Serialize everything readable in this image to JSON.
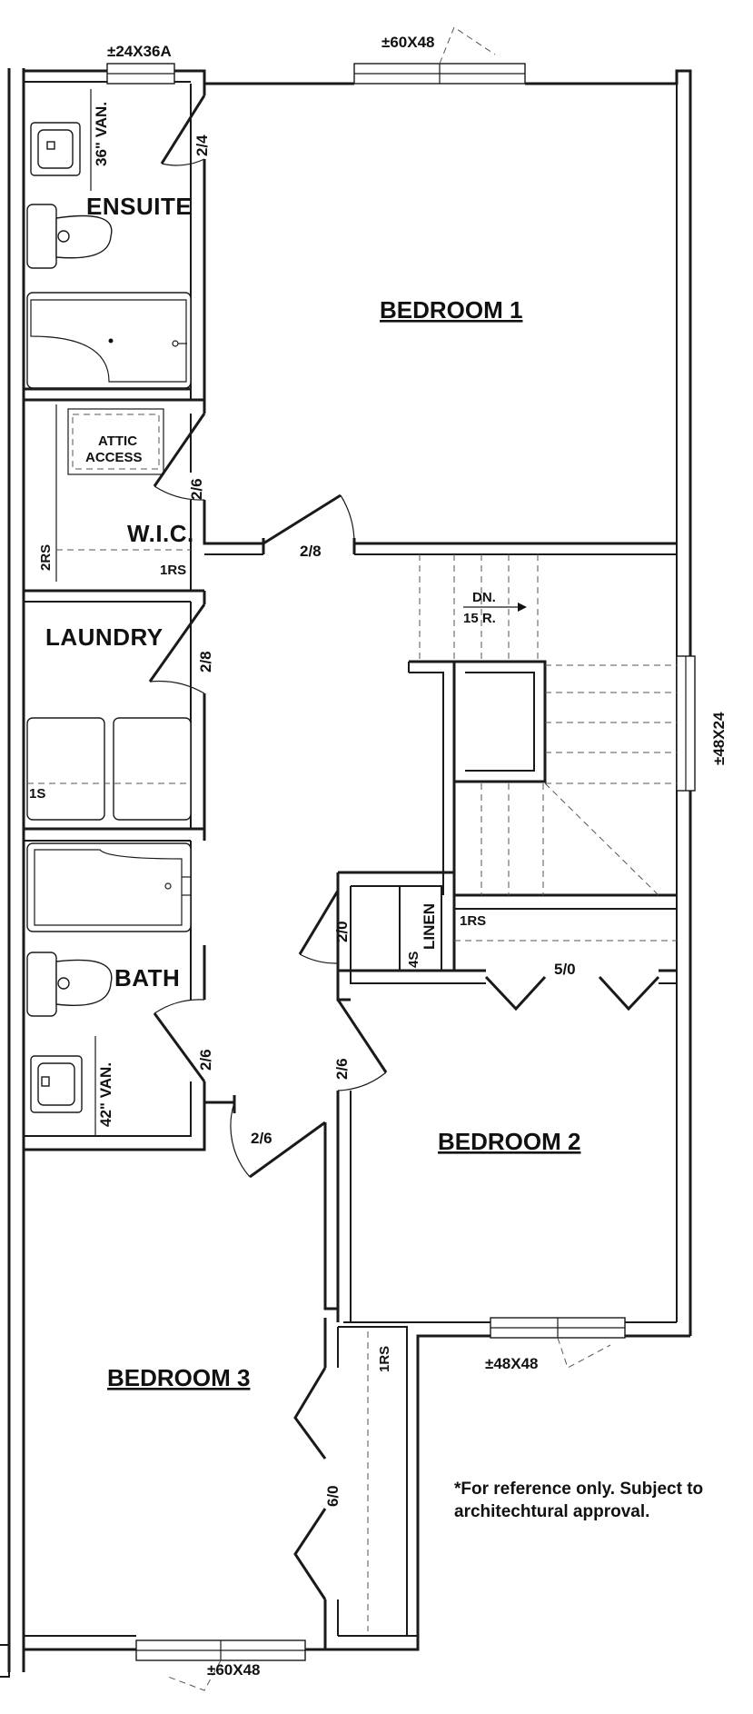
{
  "rooms": {
    "bedroom1": "BEDROOM 1",
    "bedroom2": "BEDROOM 2",
    "bedroom3": "BEDROOM 3",
    "ensuite": "ENSUITE",
    "wic": "W.I.C.",
    "laundry": "LAUNDRY",
    "bath": "BATH",
    "linen": "LINEN"
  },
  "windows": {
    "ensuite": "±24X36A",
    "bedroom1": "±60X48",
    "stair": "±48X24",
    "bedroom2": "±48X48",
    "bedroom3": "±60X48"
  },
  "doors": {
    "ensuite": "2/4",
    "wic": "2/6",
    "bedroom1": "2/8",
    "laundry": "2/8",
    "linen": "2/0",
    "closet_bedroom2": "5/0",
    "bath": "2/6",
    "bedroom2": "2/6",
    "bedroom3": "2/6",
    "closet_bedroom3": "6/0"
  },
  "notes": {
    "attic_line1": "ATTIC",
    "attic_line2": "ACCESS",
    "vanity_ensuite": "36\" VAN.",
    "vanity_bath": "42\" VAN.",
    "stairs_dn": "DN.",
    "stairs_risers": "15 R.",
    "wic_shelf_2rs": "2RS",
    "wic_shelf_1rs": "1RS",
    "laundry_shelf": "1S",
    "linen_shelf": "4S",
    "hall_shelf": "1RS",
    "bedroom3_shelf": "1RS"
  },
  "disclaimer": {
    "line1": "*For reference only. Subject to",
    "line2": "architechtural approval."
  }
}
